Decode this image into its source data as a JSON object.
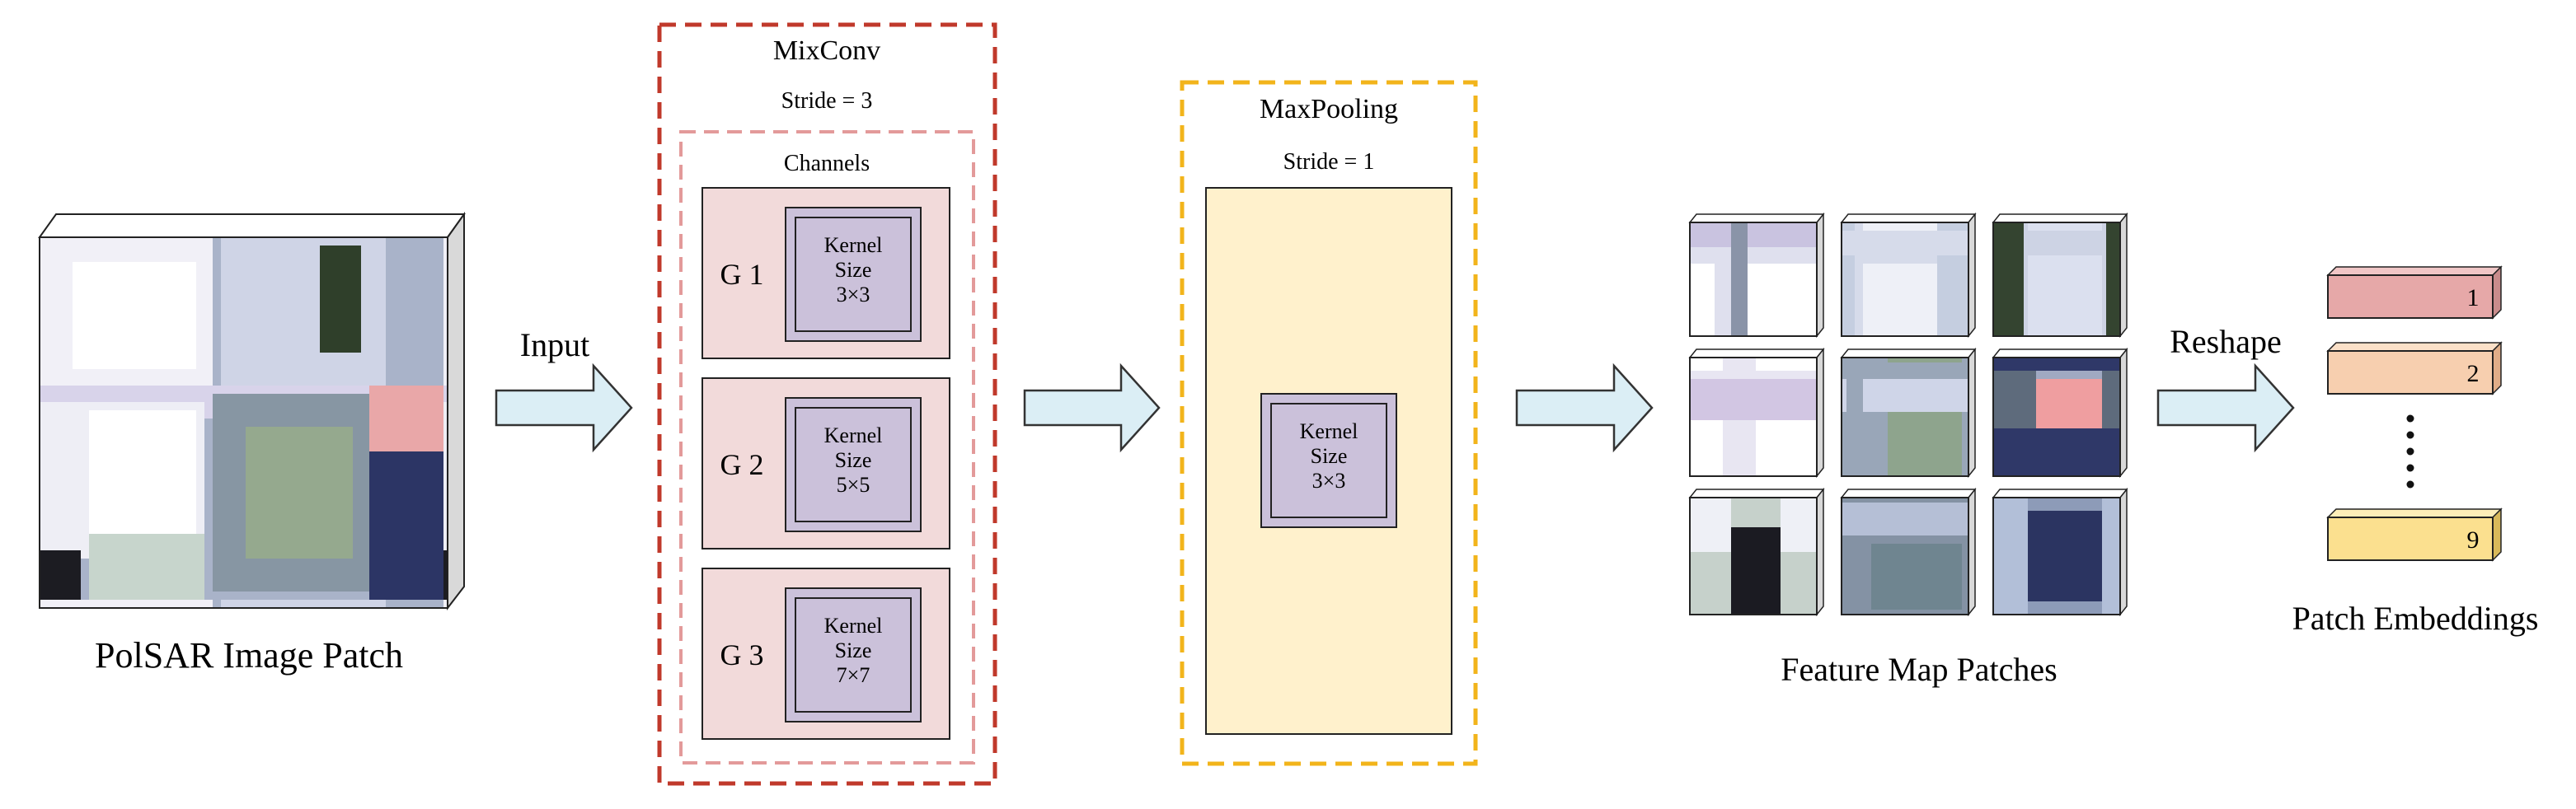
{
  "input_section": {
    "caption": "PolSAR Image Patch",
    "arrow_label": "Input"
  },
  "mixconv": {
    "title": "MixConv",
    "stride": "Stride = 3",
    "channels_label": "Channels",
    "groups": [
      {
        "label": "G 1",
        "kernel_line1": "Kernel",
        "kernel_line2": "Size",
        "kernel_size": "3×3"
      },
      {
        "label": "G 2",
        "kernel_line1": "Kernel",
        "kernel_line2": "Size",
        "kernel_size": "5×5"
      },
      {
        "label": "G 3",
        "kernel_line1": "Kernel",
        "kernel_line2": "Size",
        "kernel_size": "7×7"
      }
    ]
  },
  "maxpooling": {
    "title": "MaxPooling",
    "stride": "Stride = 1",
    "kernel_line1": "Kernel",
    "kernel_line2": "Size",
    "kernel_size": "3×3"
  },
  "feature_maps": {
    "caption": "Feature Map Patches"
  },
  "reshape": {
    "arrow_label": "Reshape"
  },
  "embeddings": {
    "caption": "Patch Embeddings",
    "items": [
      "1",
      "2",
      "9"
    ]
  },
  "colors": {
    "mixconv_border": "#c0392b",
    "channels_border": "#e39a9a",
    "group_fill": "#f2dada",
    "kernel_fill": "#cbc1da",
    "maxpool_border": "#f2b41b",
    "maxpool_fill": "#fff1cc",
    "arrow_fill": "#dbeef5",
    "embed_1": "#e6a8a8",
    "embed_2": "#f7cfaf",
    "embed_9": "#fbe08f"
  }
}
